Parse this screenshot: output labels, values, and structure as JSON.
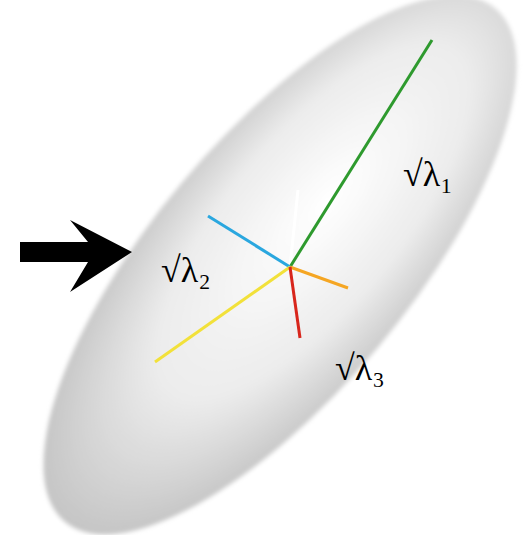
{
  "diagram": {
    "labels": [
      "√λ₁",
      "√λ₂",
      "√λ₃"
    ]
  }
}
